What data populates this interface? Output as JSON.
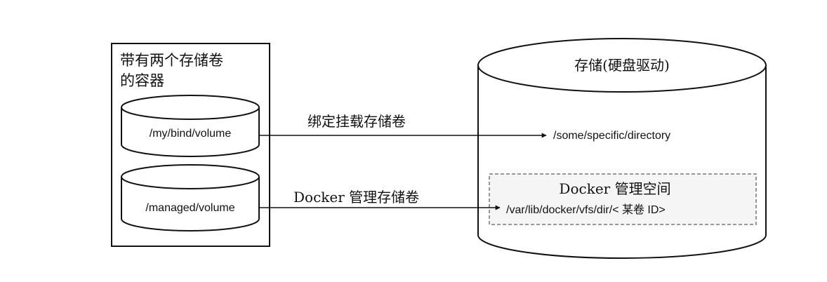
{
  "container": {
    "title_line1": "带有两个存储卷",
    "title_line2": "的容器",
    "volumes": [
      {
        "path": "/my/bind/volume"
      },
      {
        "path": "/managed/volume"
      }
    ]
  },
  "arrows": [
    {
      "label": "绑定挂载存储卷"
    },
    {
      "label": "Docker 管理存储卷"
    }
  ],
  "storage": {
    "title": "存储(硬盘驱动)",
    "bind_target": "/some/specific/directory",
    "managed_space": {
      "title": "Docker 管理空间",
      "path": "/var/lib/docker/vfs/dir/< 某卷 ID>"
    }
  }
}
